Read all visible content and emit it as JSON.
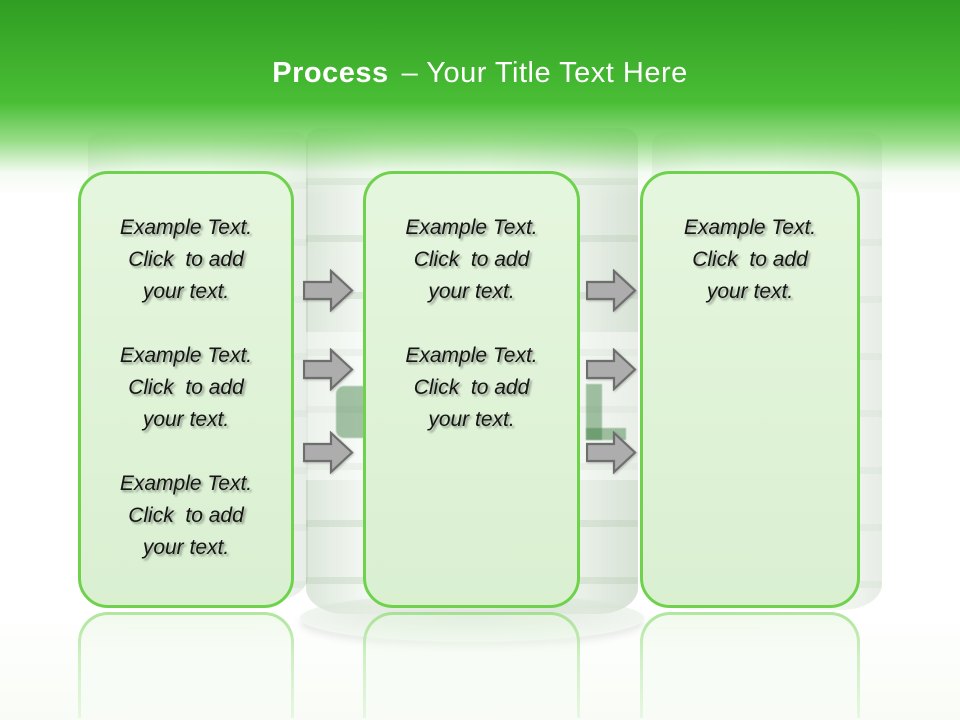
{
  "slide": {
    "title": {
      "bold": "Process",
      "rest": "– Your Title Text Here"
    },
    "boxes": [
      {
        "id": "step-1",
        "blocks": [
          {
            "lines": [
              "Example Text.",
              "Click  to add",
              "your text."
            ]
          },
          {
            "lines": [
              "Example Text.",
              "Click  to add",
              "your text."
            ]
          },
          {
            "lines": [
              "Example Text.",
              "Click  to add",
              "your text."
            ]
          }
        ]
      },
      {
        "id": "step-2",
        "blocks": [
          {
            "lines": [
              "Example Text.",
              "Click  to add",
              "your text."
            ]
          },
          {
            "lines": [
              "Example Text.",
              "Click  to add",
              "your text."
            ]
          }
        ]
      },
      {
        "id": "step-3",
        "blocks": [
          {
            "lines": [
              "Example Text.",
              "Click  to add",
              "your text."
            ]
          }
        ]
      }
    ],
    "arrows": {
      "direction": "right",
      "left_column_count": 3,
      "right_column_count": 3
    },
    "colors": {
      "header_green_top": "#2f9e22",
      "header_green_mid": "#49be35",
      "box_border_green": "#6fd24c",
      "box_fill_green": "#e0f4d8",
      "text_black": "#151515",
      "arrow_fill_gray": "#adadad",
      "arrow_stroke_gray": "#6e6e6e",
      "title_white": "#ffffff"
    }
  }
}
